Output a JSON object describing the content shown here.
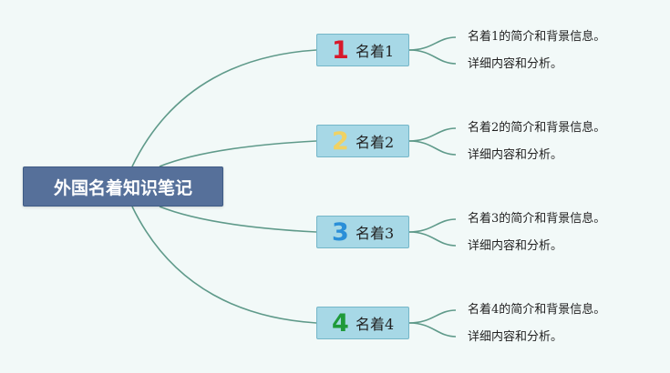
{
  "root": {
    "title": "外国名着知识笔记"
  },
  "branches": [
    {
      "number": "1",
      "label": "名着1",
      "color": "#d7192b",
      "leaves": [
        "名着1的简介和背景信息。",
        "详细内容和分析。"
      ]
    },
    {
      "number": "2",
      "label": "名着2",
      "color": "#f0d264",
      "leaves": [
        "名着2的简介和背景信息。",
        "详细内容和分析。"
      ]
    },
    {
      "number": "3",
      "label": "名着3",
      "color": "#2a8fd8",
      "leaves": [
        "名着3的简介和背景信息。",
        "详细内容和分析。"
      ]
    },
    {
      "number": "4",
      "label": "名着4",
      "color": "#1f9a3a",
      "leaves": [
        "名着4的简介和背景信息。",
        "详细内容和分析。"
      ]
    }
  ],
  "colors": {
    "line": "#5f9a8a",
    "background": "#f2f9f8"
  }
}
